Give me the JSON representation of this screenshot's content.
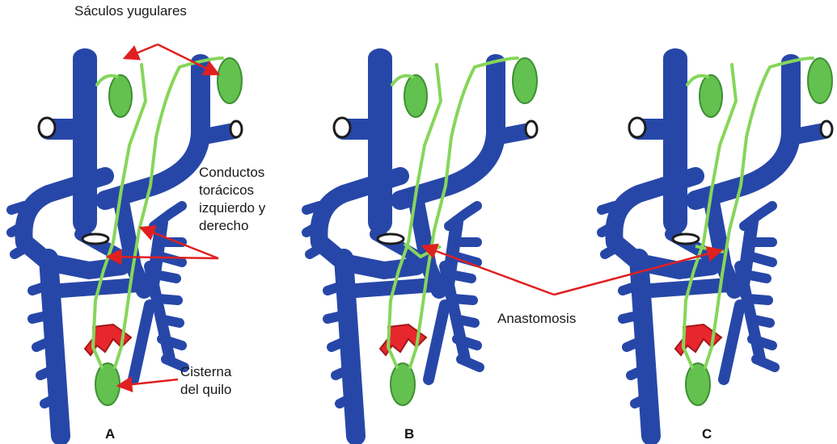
{
  "labels": {
    "jugular_sacs": "Sáculos yugulares",
    "thoracic_ducts": "Conductos\ntorácicos\nizquierdo y\nderecho",
    "anastomosis": "Anastomosis",
    "cisterna": "Cisterna\ndel quilo"
  },
  "panels": [
    "A",
    "B",
    "C"
  ],
  "colors": {
    "vein": "#2747a8",
    "lymph": "#86d65a",
    "sac": "#63c150",
    "cistern": "#e8262e",
    "arrow": "#e02020"
  }
}
